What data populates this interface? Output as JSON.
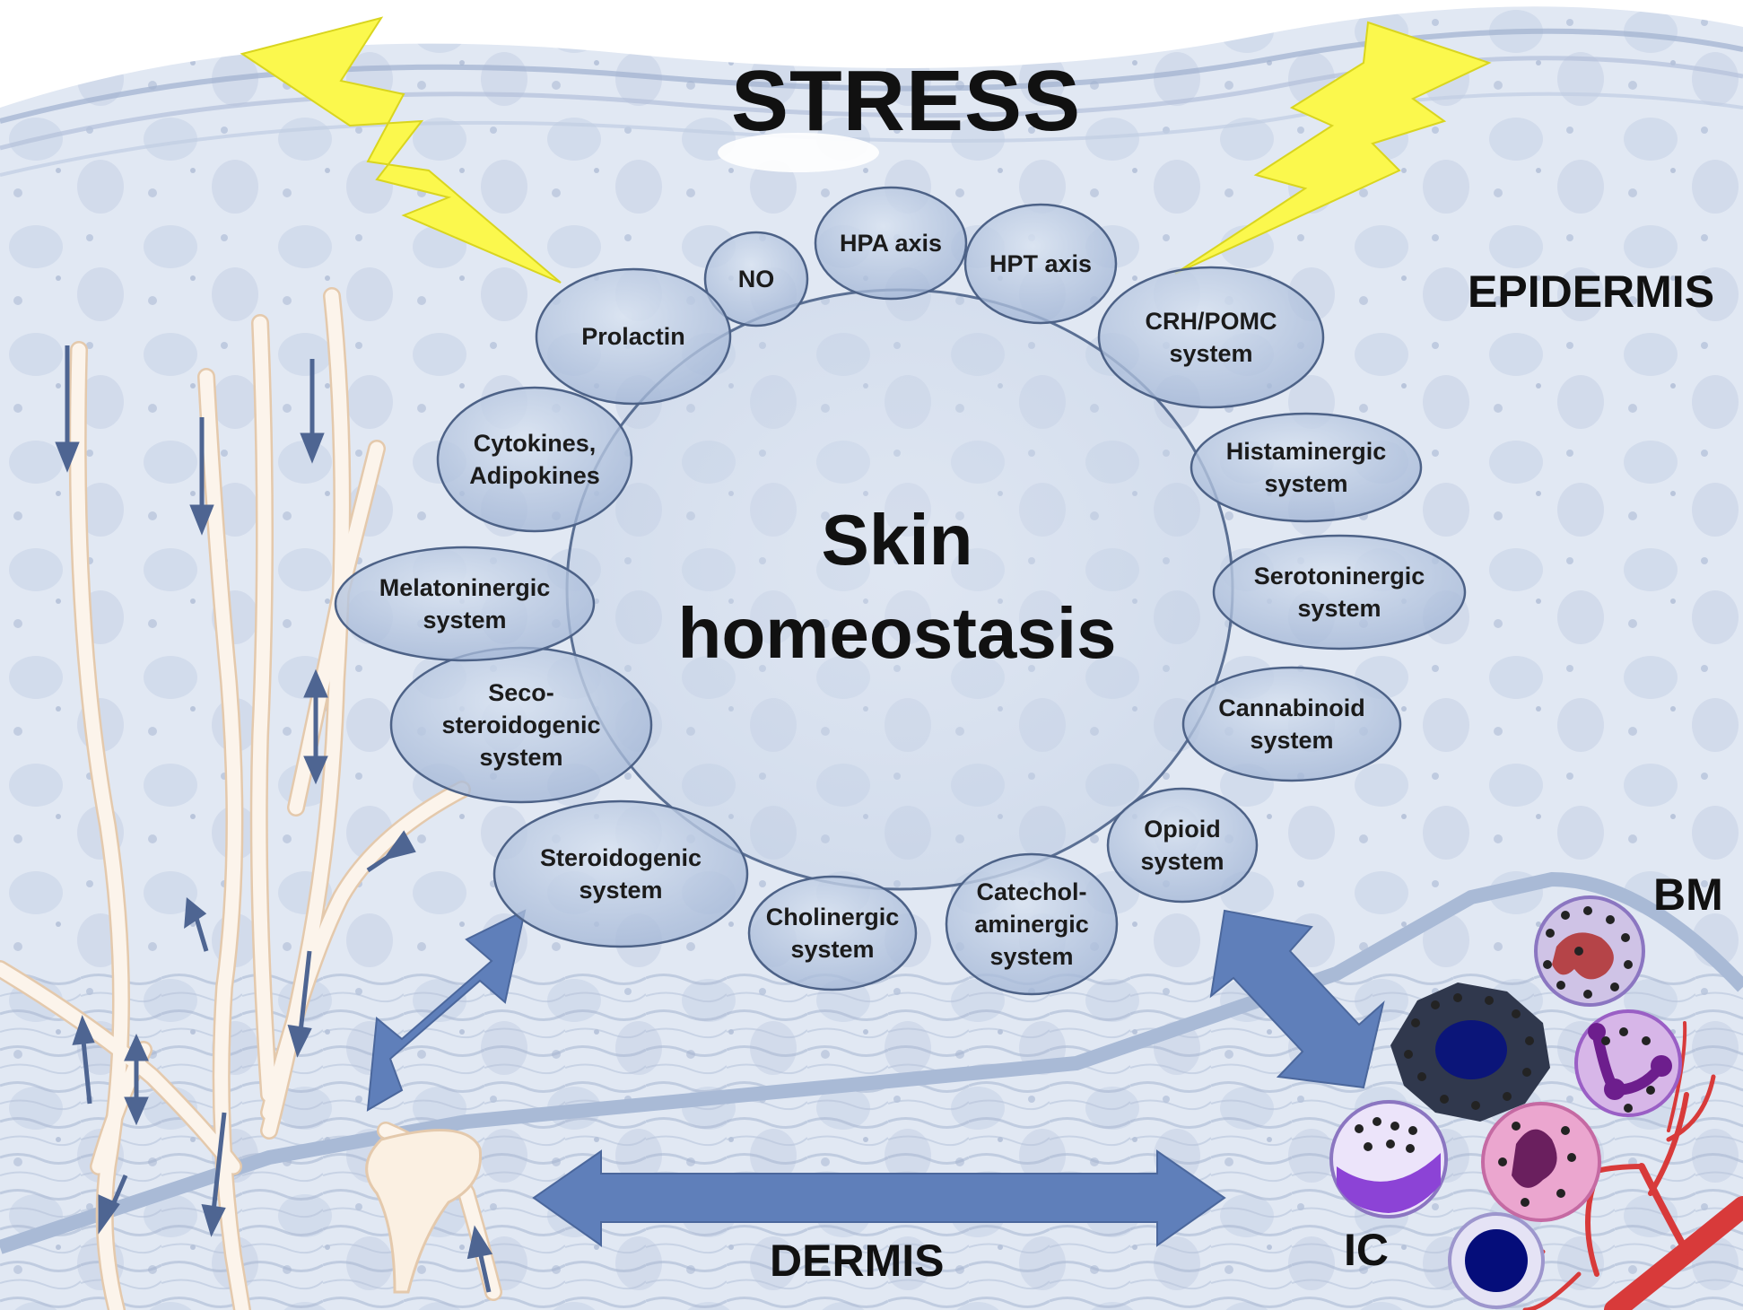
{
  "title": "STRESS",
  "center_label": "Skin\nhomeostasis",
  "region_labels": {
    "epidermis": "EPIDERMIS",
    "dermis": "DERMIS",
    "basement_membrane": "BM",
    "immune_cells": "IC"
  },
  "systems": [
    "NO",
    "HPA axis",
    "HPT axis",
    "CRH/POMC\nsystem",
    "Histaminergic\nsystem",
    "Serotoninergic\nsystem",
    "Cannabinoid\nsystem",
    "Opioid\nsystem",
    "Catechol-\naminergic\nsystem",
    "Cholinergic\nsystem",
    "Steroidogenic\nsystem",
    "Seco-\nsteroidogenic\nsystem",
    "Melatoninergic\nsystem",
    "Cytokines,\nAdipokines",
    "Prolactin"
  ],
  "colors": {
    "background": "#dfe6f2",
    "bubble_fill": "#b8c9e2",
    "bubble_stroke": "#4d6287",
    "arrow": "#5f7fba",
    "lightning": "#fbf84d",
    "nerve": "#f6e5d3",
    "vessel": "#d83a3a"
  },
  "icons": [
    "lightning-bolt-icon",
    "double-arrow-icon",
    "nerve-fiber-icon",
    "immune-cell-icon",
    "blood-vessel-icon"
  ]
}
